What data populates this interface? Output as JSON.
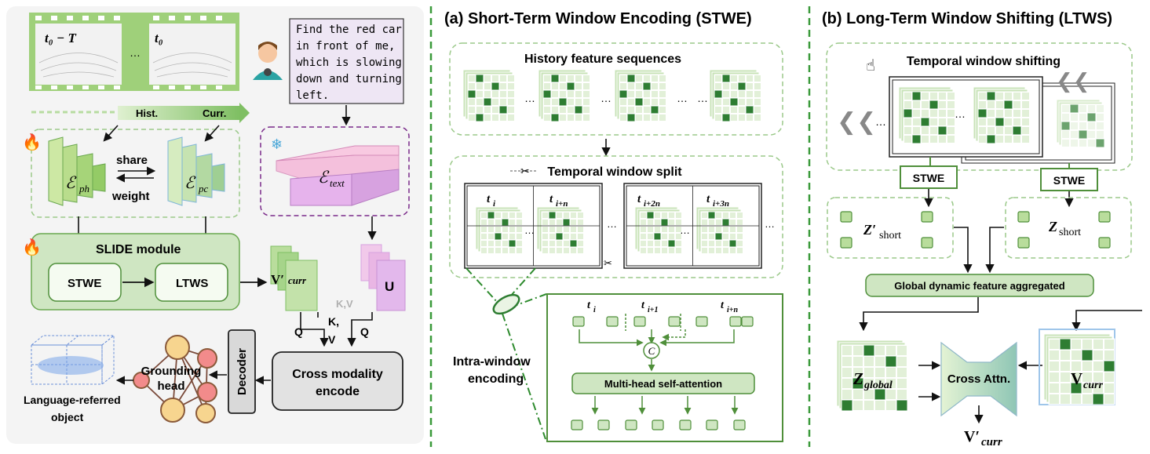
{
  "left_panel": {
    "frame_label_left": "t₀ − T",
    "frame_label_right": "t₀",
    "frame_dots": "…",
    "hist_label": "Hist.",
    "curr_label": "Curr.",
    "query_text_lines": [
      "Find the red car",
      "in front of me,",
      "which is slowing",
      "down and turning",
      "left."
    ],
    "encoder_ph": "ℰ",
    "encoder_ph_sub": "ph",
    "encoder_pc": "ℰ",
    "encoder_pc_sub": "pc",
    "share_label": "share",
    "weight_label": "weight",
    "text_encoder": "ℰ",
    "text_encoder_sub": "text",
    "slide_module_label": "SLIDE module",
    "stwe_label": "STWE",
    "ltws_label": "LTWS",
    "v_curr_main": "V′",
    "v_curr_sub": "curr",
    "u_label": "U",
    "q_label_left": "Q",
    "kv_label_k": "K,",
    "kv_label_v": "V",
    "kv_faded": "K,V",
    "q_label_right": "Q",
    "cross_modality_line1": "Cross modality",
    "cross_modality_line2": "encode",
    "decoder_label": "Decoder",
    "grounding_line1": "Grounding",
    "grounding_line2": "head",
    "output_line1": "Language-referred",
    "output_line2": "object",
    "fire_icon_1": "🔥",
    "fire_icon_2": "🔥",
    "snow_icon": "❄"
  },
  "panel_a": {
    "title": "(a) Short-Term Window Encoding (STWE)",
    "history_label": "History feature sequences",
    "window_split_label": "Temporal window split",
    "dots": "…",
    "t_labels": [
      "t",
      "t",
      "t",
      "t"
    ],
    "t_subs": [
      "i",
      "i+n",
      "i+2n",
      "i+3n"
    ],
    "intra_line1": "Intra-window",
    "intra_line2": "encoding",
    "attn_t_labels": [
      "t",
      "t",
      "t"
    ],
    "attn_t_subs": [
      "i",
      "i+1",
      "i+n"
    ],
    "concat_symbol": "C",
    "mhsa_label": "Multi-head self-attention"
  },
  "panel_b": {
    "title": "(b) Long-Term Window Shifting (LTWS)",
    "shifting_label": "Temporal window shifting",
    "stwe_left": "STWE",
    "stwe_right": "STWE",
    "z_short_prime": "Z′",
    "z_short_prime_sub": "short",
    "z_short": "Z",
    "z_short_sub": "short",
    "aggregated_label": "Global dynamic feature aggregated",
    "z_global": "Z",
    "z_global_sub": "global",
    "cross_attn_label": "Cross Attn.",
    "v_curr": "V",
    "v_curr_sub": "curr",
    "v_out": "V′",
    "v_out_sub": "curr",
    "chevrons": "❮❮",
    "dots": "…"
  },
  "colors": {
    "green_dark": "#2e7d32",
    "green_mid": "#7cb36a",
    "green_light": "#d9ecd0",
    "green_box": "#cfe6c2",
    "purple_dash": "#7a2a8a",
    "pink": "#f2b6d8",
    "lavender": "#e3b8ec",
    "orange": "#f5b76b",
    "blue_grid": "#6a8fd8"
  }
}
